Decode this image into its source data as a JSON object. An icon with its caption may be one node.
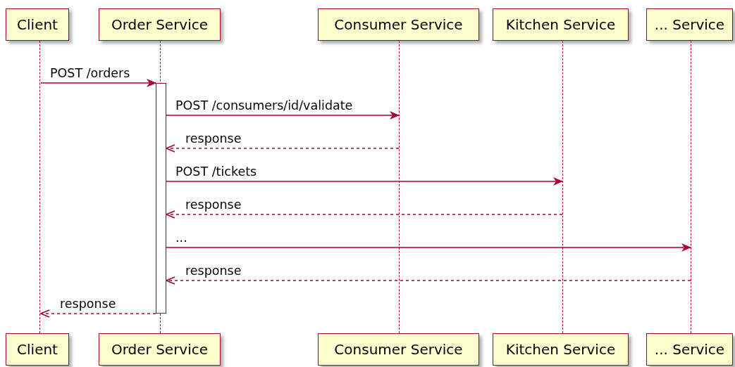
{
  "diagram": {
    "nodes": [
      {
        "text": [
          "Client"
        ]
      },
      {
        "text": [
          "Order Service"
        ]
      },
      {
        "text": [
          "Consumer Service"
        ]
      },
      {
        "text": [
          "Kitchen Service"
        ]
      },
      {
        "text": [
          "... Service"
        ]
      },
      {
        "text": [],
        "shape": "line"
      },
      {
        "text": [],
        "shape": "line"
      },
      {
        "text": [],
        "shape": "line"
      },
      {
        "text": [],
        "shape": "line"
      },
      {
        "text": [],
        "shape": "line"
      },
      {
        "text": [],
        "shape": "bar"
      },
      {
        "text": [
          "Client"
        ]
      },
      {
        "text": [
          "Order Service"
        ]
      },
      {
        "text": [
          "Consumer Service"
        ]
      },
      {
        "text": [
          "Kitchen Service"
        ]
      },
      {
        "text": [
          "... Service"
        ]
      }
    ],
    "edges": [
      {
        "from": 5,
        "to": 10,
        "arrow": "to",
        "label": "POST /orders"
      },
      {
        "from": 10,
        "to": 7,
        "arrow": "to",
        "label": "POST /consumers/id/validate"
      },
      {
        "from": 7,
        "to": 10,
        "arrow": "to",
        "label": "response",
        "style": "dashed"
      },
      {
        "from": 10,
        "to": 8,
        "arrow": "to",
        "label": "POST /tickets"
      },
      {
        "from": 8,
        "to": 10,
        "arrow": "to",
        "label": "response",
        "style": "dashed"
      },
      {
        "from": 10,
        "to": 9,
        "arrow": "to",
        "label": "..."
      },
      {
        "from": 9,
        "to": 10,
        "arrow": "to",
        "label": "response",
        "style": "dashed"
      },
      {
        "from": 10,
        "to": 5,
        "arrow": "to",
        "label": "response",
        "style": "dashed"
      }
    ]
  }
}
